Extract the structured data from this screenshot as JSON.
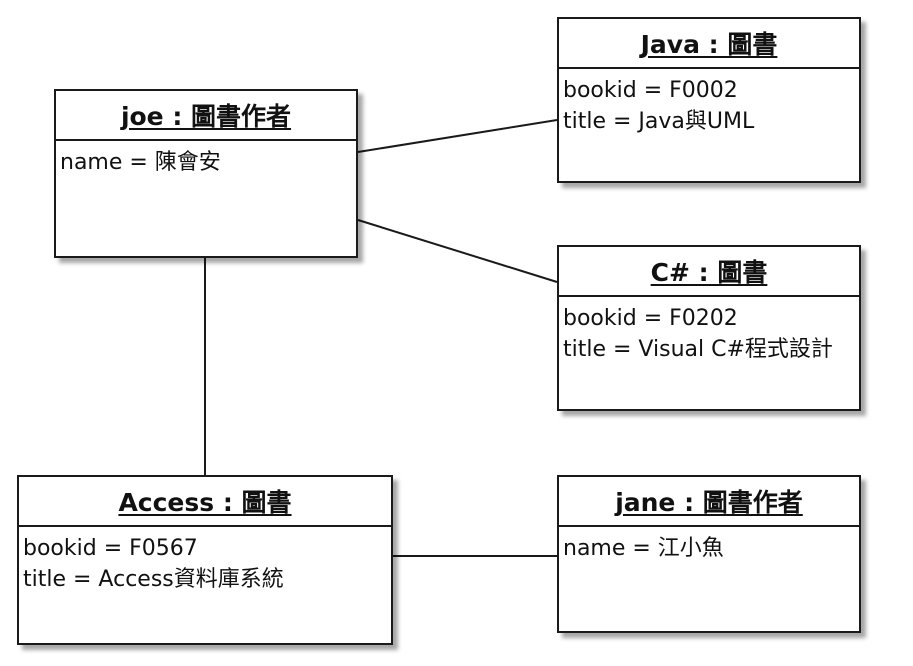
{
  "objects": {
    "joe": {
      "title": "joe : 圖書作者",
      "attributes": [
        "name = 陳會安"
      ]
    },
    "java": {
      "title": "Java : 圖書",
      "attributes": [
        "bookid = F0002",
        "title = Java與UML"
      ]
    },
    "csharp": {
      "title": "C# : 圖書",
      "attributes": [
        "bookid = F0202",
        "title = Visual C#程式設計"
      ]
    },
    "access": {
      "title": "Access : 圖書",
      "attributes": [
        "bookid = F0567",
        "title = Access資料庫系統"
      ]
    },
    "jane": {
      "title": "jane : 圖書作者",
      "attributes": [
        "name = 江小魚"
      ]
    }
  },
  "links": [
    {
      "from": "joe",
      "to": "java"
    },
    {
      "from": "joe",
      "to": "csharp"
    },
    {
      "from": "joe",
      "to": "access"
    },
    {
      "from": "access",
      "to": "jane"
    }
  ]
}
